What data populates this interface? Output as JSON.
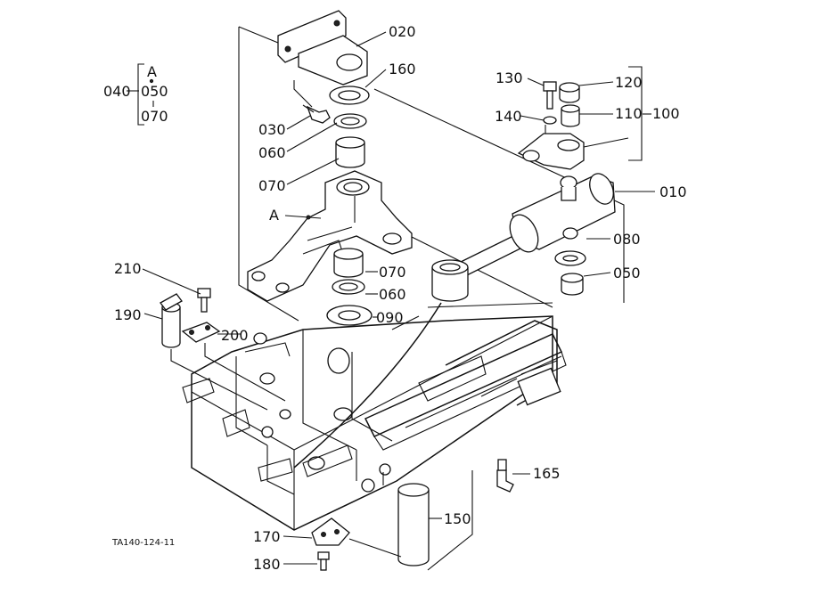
{
  "diagram_code": "TA140-124-11",
  "set_group": {
    "letter": "A",
    "set_number": "040",
    "items": [
      "050",
      "070"
    ]
  },
  "callouts": [
    {
      "id": "020",
      "label": "020"
    },
    {
      "id": "160",
      "label": "160"
    },
    {
      "id": "030",
      "label": "030"
    },
    {
      "id": "060a",
      "label": "060"
    },
    {
      "id": "070a",
      "label": "070"
    },
    {
      "id": "A",
      "label": "A"
    },
    {
      "id": "070b",
      "label": "070"
    },
    {
      "id": "060b",
      "label": "060"
    },
    {
      "id": "090",
      "label": "090"
    },
    {
      "id": "130",
      "label": "130"
    },
    {
      "id": "120",
      "label": "120"
    },
    {
      "id": "140",
      "label": "140"
    },
    {
      "id": "110",
      "label": "110"
    },
    {
      "id": "100",
      "label": "100"
    },
    {
      "id": "010",
      "label": "010"
    },
    {
      "id": "080",
      "label": "080"
    },
    {
      "id": "050",
      "label": "050"
    },
    {
      "id": "210",
      "label": "210"
    },
    {
      "id": "190",
      "label": "190"
    },
    {
      "id": "200",
      "label": "200"
    },
    {
      "id": "165",
      "label": "165"
    },
    {
      "id": "150",
      "label": "150"
    },
    {
      "id": "170",
      "label": "170"
    },
    {
      "id": "180",
      "label": "180"
    }
  ]
}
